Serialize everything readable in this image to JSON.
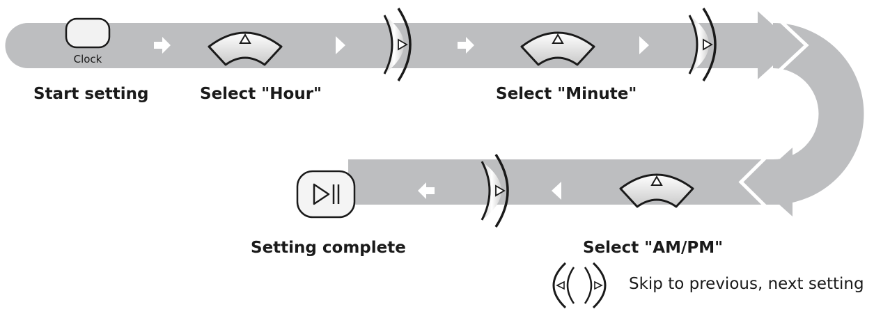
{
  "steps": {
    "start": {
      "label": "Start setting",
      "button": "Clock"
    },
    "hour": {
      "label": "Select \"Hour\""
    },
    "minute": {
      "label": "Select \"Minute\""
    },
    "ampm": {
      "label": "Select \"AM/PM\""
    },
    "complete": {
      "label": "Setting complete"
    }
  },
  "legend": {
    "text": "Skip to previous, next setting"
  },
  "colors": {
    "track": "#bdbec0",
    "ink": "#1a1a1a",
    "button_fill": "#f2f2f2",
    "arrow": "#ffffff"
  },
  "icons": [
    "clock-button",
    "up-arc-button-icon",
    "next-bracket-icon",
    "previous-bracket-icon",
    "play-pause-button-icon"
  ]
}
